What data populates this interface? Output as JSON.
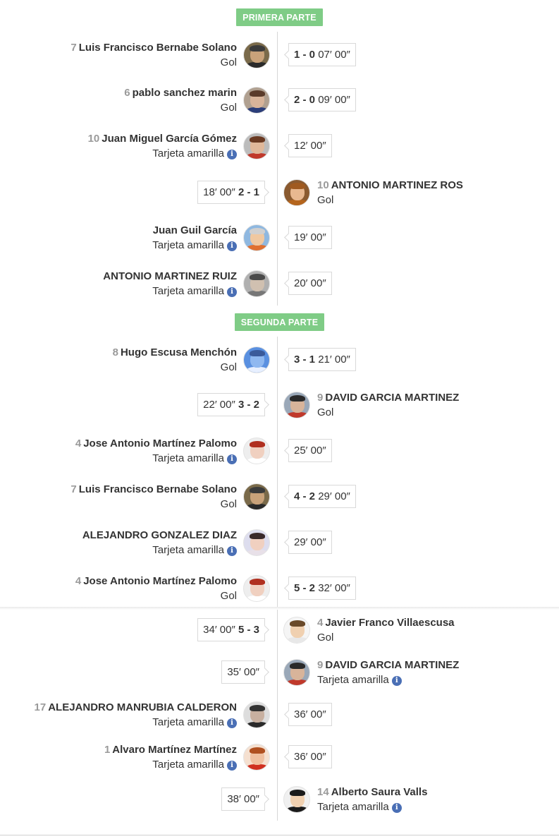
{
  "halves": {
    "first": "PRIMERA PARTE",
    "second": "SEGUNDA PARTE"
  },
  "events": [
    {
      "num": "7",
      "name": "Luis Francisco Bernabe Solano",
      "type": "Gol",
      "score": "1 - 0",
      "time": "07′ 00″"
    },
    {
      "num": "6",
      "name": "pablo sanchez marin",
      "type": "Gol",
      "score": "2 - 0",
      "time": "09′ 00″"
    },
    {
      "num": "10",
      "name": "Juan Miguel García Gómez",
      "type": "Tarjeta amarilla",
      "time": "12′ 00″"
    },
    {
      "num": "10",
      "name": "ANTONIO MARTINEZ ROS",
      "type": "Gol",
      "score": "2 - 1",
      "time": "18′ 00″"
    },
    {
      "name": "Juan Guil García",
      "type": "Tarjeta amarilla",
      "time": "19′ 00″"
    },
    {
      "name": "ANTONIO MARTINEZ RUIZ",
      "type": "Tarjeta amarilla",
      "time": "20′ 00″"
    },
    {
      "num": "8",
      "name": "Hugo Escusa Menchón",
      "type": "Gol",
      "score": "3 - 1",
      "time": "21′ 00″"
    },
    {
      "num": "9",
      "name": "DAVID GARCIA MARTINEZ",
      "type": "Gol",
      "score": "3 - 2",
      "time": "22′ 00″"
    },
    {
      "num": "4",
      "name": "Jose Antonio Martínez Palomo",
      "type": "Tarjeta amarilla",
      "time": "25′ 00″"
    },
    {
      "num": "7",
      "name": "Luis Francisco Bernabe Solano",
      "type": "Gol",
      "score": "4 - 2",
      "time": "29′ 00″"
    },
    {
      "name": "ALEJANDRO GONZALEZ DIAZ",
      "type": "Tarjeta amarilla",
      "time": "29′ 00″"
    },
    {
      "num": "4",
      "name": "Jose Antonio Martínez Palomo",
      "type": "Gol",
      "score": "5 - 2",
      "time": "32′ 00″"
    },
    {
      "num": "4",
      "name": "Javier Franco Villaescusa",
      "type": "Gol",
      "score": "5 - 3",
      "time": "34′ 00″"
    },
    {
      "num": "9",
      "name": "DAVID GARCIA MARTINEZ",
      "type": "Tarjeta amarilla",
      "time": "35′ 00″"
    },
    {
      "num": "17",
      "name": "ALEJANDRO MANRUBIA CALDERON",
      "type": "Tarjeta amarilla",
      "time": "36′ 00″"
    },
    {
      "num": "1",
      "name": "Alvaro Martínez Martínez",
      "type": "Tarjeta amarilla",
      "time": "36′ 00″"
    },
    {
      "num": "14",
      "name": "Alberto Saura Valls",
      "type": "Tarjeta amarilla",
      "time": "38′ 00″"
    }
  ],
  "info_icon": "info-icon",
  "colors": {
    "half_badge": "#7fcc86",
    "info_icon": "#4a6fb5",
    "number_gray": "#9a9a9a"
  }
}
